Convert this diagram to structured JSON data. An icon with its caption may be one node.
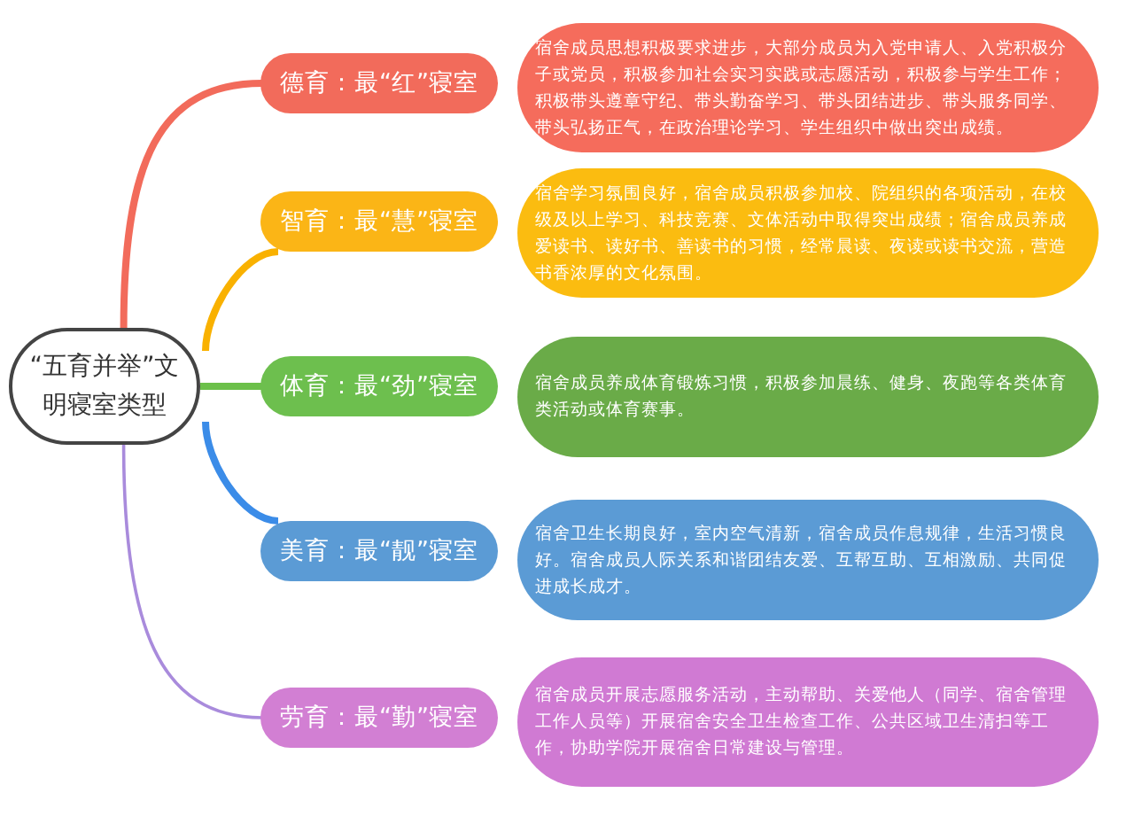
{
  "diagram": {
    "nodes": [
      {
        "text": [
          "“五育并举”文明寝室类型"
        ]
      },
      {
        "text": [
          "德育：最“红”寝室"
        ]
      },
      {
        "text": [
          "智育：最“慧”寝室"
        ]
      },
      {
        "text": [
          "体育：最“劲”寝室"
        ]
      },
      {
        "text": [
          "美育：最“靓”寝室"
        ]
      },
      {
        "text": [
          "劳育：最“勤”寝室"
        ]
      },
      {
        "text": [
          "宿舍成员思想积极要求进步，大部分成员为入党申请人、入党积极分子或党员，积极参加社会实习实践或志愿活动，积极参与学生工作；积极带头遵章守纪、带头勤奋学习、带头团结进步、带头服务同学、带头弘扬正气，在政治理论学习、学生组织中做出突出成绩。"
        ]
      },
      {
        "text": [
          "宿舍学习氛围良好，宿舍成员积极参加校、院组织的各项活动，在校级及以上学习、科技竞赛、文体活动中取得突出成绩；宿舍成员养成爱读书、读好书、善读书的习惯，经常晨读、夜读或读书交流，营造书香浓厚的文化氛围。"
        ]
      },
      {
        "text": [
          "宿舍成员养成体育锻炼习惯，积极参加晨练、健身、夜跑等各类体育类活动或体育赛事。"
        ]
      },
      {
        "text": [
          "宿舍卫生长期良好，室内空气清新，宿舍成员作息规律，生活习惯良好。宿舍成员人际关系和谐团结友爱、互帮互助、互相激励、共同促进成长成才。"
        ]
      },
      {
        "text": [
          "宿舍成员开展志愿服务活动，主动帮助、关爱他人（同学、宿舍管理工作人员等）开展宿舍安全卫生检查工作、公共区域卫生清扫等工作，协助学院开展宿舍日常建设与管理。"
        ]
      }
    ],
    "edges": [
      {
        "from": 0,
        "to": 1,
        "arrow": "none",
        "color": "#f26b5b"
      },
      {
        "from": 0,
        "to": 2,
        "arrow": "none",
        "color": "#f9b100"
      },
      {
        "from": 0,
        "to": 3,
        "arrow": "none",
        "color": "#6cc04a"
      },
      {
        "from": 0,
        "to": 4,
        "arrow": "none",
        "color": "#3b8ce8"
      },
      {
        "from": 0,
        "to": 5,
        "arrow": "none",
        "color": "#a98bdc"
      }
    ]
  }
}
